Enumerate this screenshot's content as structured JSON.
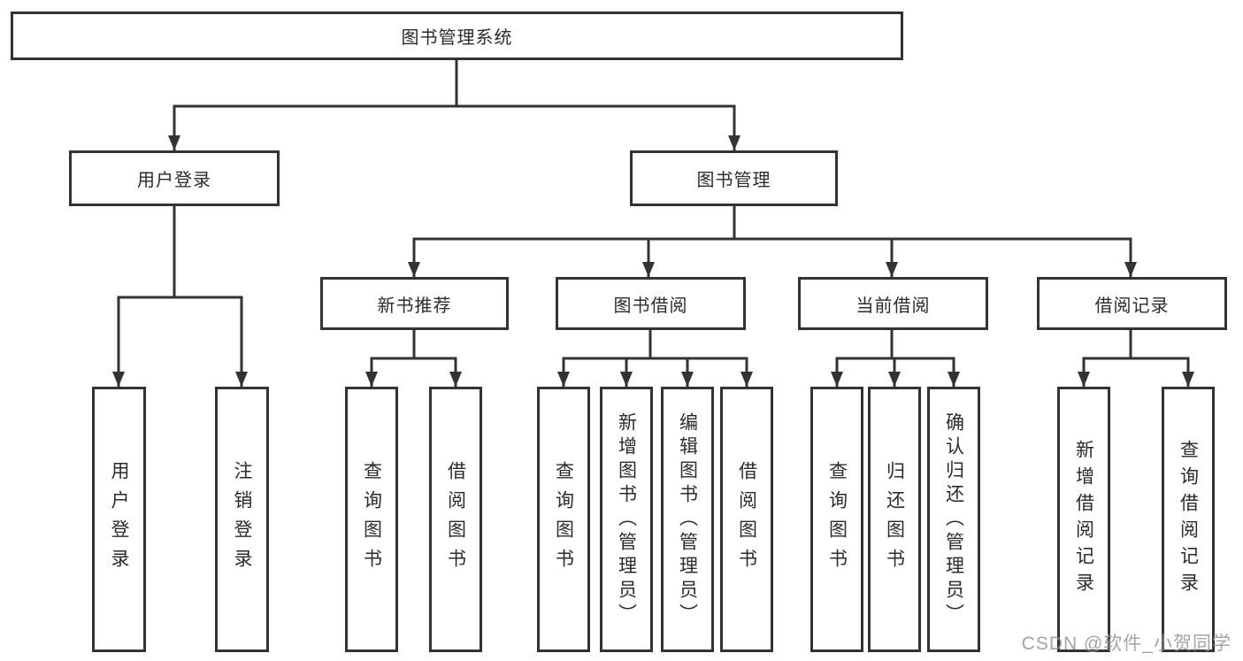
{
  "diagram_title": "图书管理系统",
  "nodes": {
    "root": {
      "label": "图书管理系统"
    },
    "user_login": {
      "label": "用户登录"
    },
    "book_management": {
      "label": "图书管理"
    },
    "new_book_recommend": {
      "label": "新书推荐"
    },
    "book_borrowing": {
      "label": "图书借阅"
    },
    "current_borrowing": {
      "label": "当前借阅"
    },
    "borrowing_records": {
      "label": "借阅记录"
    },
    "leaf_user_login": {
      "label": "用户登录"
    },
    "leaf_logout": {
      "label": "注销登录"
    },
    "leaf_rec_query_books": {
      "label": "查询图书"
    },
    "leaf_rec_borrow_books": {
      "label": "借阅图书"
    },
    "leaf_bor_query_books": {
      "label": "查询图书"
    },
    "leaf_bor_add_books": {
      "label": "新增图书（管理员）"
    },
    "leaf_bor_edit_books": {
      "label": "编辑图书（管理员）"
    },
    "leaf_bor_borrow_books": {
      "label": "借阅图书"
    },
    "leaf_cur_query_books": {
      "label": "查询图书"
    },
    "leaf_cur_return_books": {
      "label": "归还图书"
    },
    "leaf_cur_confirm_return": {
      "label": "确认归还（管理员）"
    },
    "leaf_add_borrow_record": {
      "label": "新增借阅记录"
    },
    "leaf_query_borrow_record": {
      "label": "查询借阅记录"
    }
  },
  "hierarchy": {
    "图书管理系统": {
      "用户登录": [
        "用户登录",
        "注销登录"
      ],
      "图书管理": {
        "新书推荐": [
          "查询图书",
          "借阅图书"
        ],
        "图书借阅": [
          "查询图书",
          "新增图书（管理员）",
          "编辑图书（管理员）",
          "借阅图书"
        ],
        "当前借阅": [
          "查询图书",
          "归还图书",
          "确认归还（管理员）"
        ],
        "借阅记录": [
          "新增借阅记录",
          "查询借阅记录"
        ]
      }
    }
  },
  "watermark": {
    "text": "CSDN @软件_小贺同学"
  },
  "colors": {
    "line": "#333333",
    "box_border": "#333333",
    "text": "#2b2b2b",
    "background": "#ffffff",
    "watermark": "#949494"
  }
}
